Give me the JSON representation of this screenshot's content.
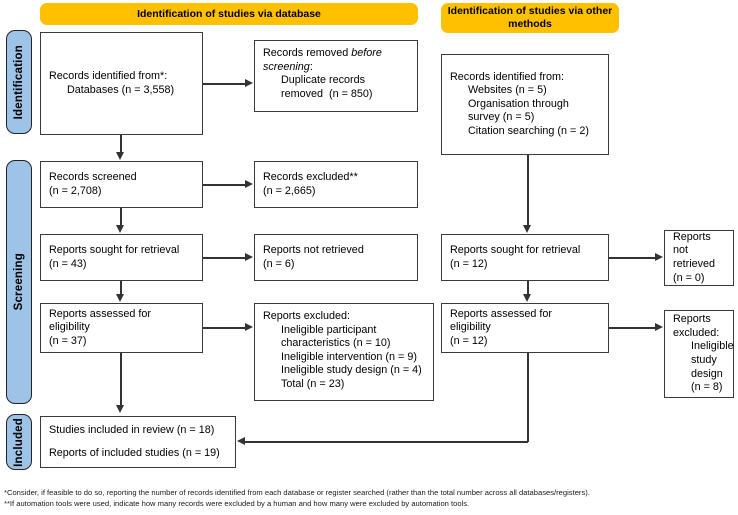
{
  "diagram": {
    "type": "prisma-flow-diagram",
    "colors": {
      "phase_bar": "#9DC3E6",
      "banner": "#FFC000",
      "box_border": "#3a3a3a",
      "connector": "#333333",
      "background": "#ffffff"
    }
  },
  "phases": [
    {
      "id": "identification",
      "label": "Identification"
    },
    {
      "id": "screening",
      "label": "Screening"
    },
    {
      "id": "included",
      "label": "Included"
    }
  ],
  "banners": [
    {
      "id": "database",
      "label": "Identification of studies via database"
    },
    {
      "id": "other-methods",
      "label": "Identification of studies via other methods"
    }
  ],
  "database_column": {
    "records_identified": {
      "line1": "Records identified from*:",
      "line2": "Databases (n = 3,558)"
    },
    "records_removed": {
      "line1_a": "Records removed ",
      "line1_em": "before",
      "line2_em": "screening",
      "line2_b": ":",
      "line3": "Duplicate records",
      "line4": "removed  (n = 850)"
    },
    "records_screened": {
      "line1": "Records screened",
      "line2": "(n = 2,708)"
    },
    "records_excluded": {
      "line1": "Records excluded**",
      "line2": "(n = 2,665)"
    },
    "reports_sought": {
      "line1": "Reports sought for retrieval",
      "line2": "(n = 43)"
    },
    "reports_not_retrieved": {
      "line1": "Reports not retrieved",
      "line2": "(n = 6)"
    },
    "reports_assessed": {
      "line1": "Reports assessed for",
      "line2": "eligibility",
      "line3": "(n = 37)"
    },
    "reports_excluded": {
      "line1": "Reports excluded:",
      "line2": "Ineligible participant",
      "line3": "characteristics (n = 10)",
      "line4": "Ineligible intervention (n = 9)",
      "line5": "Ineligible study design (n = 4)",
      "line6": "Total (n = 23)"
    }
  },
  "other_methods_column": {
    "records_identified": {
      "line1": "Records identified from:",
      "line2": "Websites (n = 5)",
      "line3": "Organisation through",
      "line4": "survey (n = 5)",
      "line5": "Citation searching (n = 2)"
    },
    "reports_sought": {
      "line1": "Reports sought for retrieval",
      "line2": "(n = 12)"
    },
    "reports_not_retrieved": {
      "line1": "Reports not",
      "line2": "retrieved",
      "line3": "(n = 0)"
    },
    "reports_assessed": {
      "line1": "Reports assessed for",
      "line2": "eligibility",
      "line3": "(n = 12)"
    },
    "reports_excluded": {
      "line1": "Reports",
      "line2": "excluded:",
      "line3": "Ineligible",
      "line4": "study",
      "line5": "design",
      "line6": "(n = 8)"
    }
  },
  "included_box": {
    "line1": "Studies included in review (n = 18)",
    "line2": "Reports of included studies (n = 19)"
  },
  "footnotes": {
    "note1": "*Consider, if feasible to do so, reporting the number of records identified from each database or register searched (rather than the total number across all databases/registers).",
    "note2": "**If automation tools were used, indicate how many records were excluded by a human and how many were excluded by automation tools."
  }
}
